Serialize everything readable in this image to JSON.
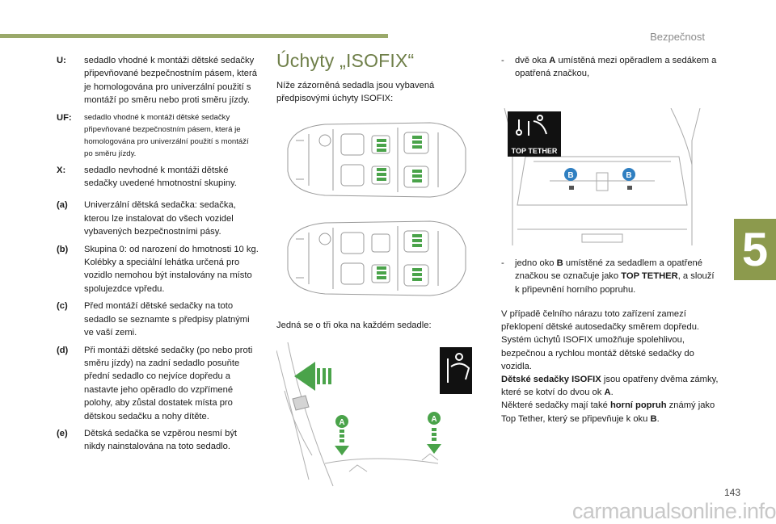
{
  "header": {
    "section": "Bezpečnost",
    "chapter": "5",
    "page": "143"
  },
  "watermark": "carmanualsonline.info",
  "definitions": [
    {
      "key": "U:",
      "text": "sedadlo vhodné k montáži dětské sedačky připevňované bezpečnostním pásem, která je homologována pro univerzální použití s montáží po směru nebo proti směru jízdy."
    },
    {
      "key": "UF:",
      "text": "sedadlo vhodné k montáži dětské sedačky připevňované bezpečnostním pásem, která je homologována pro univerzální použití s montáží po směru jízdy."
    },
    {
      "key": "X:",
      "text": "sedadlo nevhodné k montáži dětské sedačky uvedené hmotnostní skupiny."
    }
  ],
  "notes": [
    {
      "key": "(a)",
      "text": "Univerzální dětská sedačka: sedačka, kterou lze instalovat do všech vozidel vybavených bezpečnostními pásy."
    },
    {
      "key": "(b)",
      "text": "Skupina 0: od narození do hmotnosti 10 kg. Kolébky a speciální lehátka určená pro vozidlo nemohou být instalovány na místo spolujezdce vpředu."
    },
    {
      "key": "(c)",
      "text": "Před montáží dětské sedačky na toto sedadlo se seznamte s předpisy platnými ve vaší zemi."
    },
    {
      "key": "(d)",
      "text": "Při montáži dětské sedačky (po nebo proti směru jízdy) na zadní sedadlo posuňte přední sedadlo co nejvíce dopředu a nastavte jeho opěradlo do vzpřímené polohy, aby zůstal dostatek místa pro dětskou sedačku a nohy dítěte."
    },
    {
      "key": "(e)",
      "text": "Dětská sedačka se vzpěrou nesmí být nikdy nainstalována na toto sedadlo."
    }
  ],
  "isofix": {
    "title": "Úchyty „ISOFIX“",
    "intro": "Níže zázorněná sedadla jsou vybavená předpisovými úchyty ISOFIX:",
    "three_rings": "Jedná se o tři oka na každém sedadle:"
  },
  "right": {
    "bullet1_dash": "-",
    "bullet1_pre": "dvě oka ",
    "bullet1_bold": "A",
    "bullet1_post": " umístěná mezi opěradlem a sedákem a opatřená značkou,",
    "bullet2_dash": "-",
    "bullet2_pre": "jedno oko ",
    "bullet2_bold1": "B",
    "bullet2_mid": " umístěné za sedadlem a opatřené značkou se označuje jako ",
    "bullet2_bold2": "TOP TETHER",
    "bullet2_post": ", a slouží k připevnění horního popruhu.",
    "para1": "V případě čelního nárazu toto zařízení zamezí překlopení dětské autosedačky směrem dopředu.",
    "para2": "Systém úchytů ISOFIX umožňuje spolehlivou, bezpečnou a rychlou montáž dětské sedačky do vozidla.",
    "para3_bold": "Dětské sedačky ISOFIX",
    "para3_post": " jsou opatřeny dvěma zámky, které se kotví do dvou ok ",
    "para3_bold2": "A",
    "para3_end": ".",
    "para4_pre": "Některé sedačky mají také ",
    "para4_bold": "horní popruh",
    "para4_post": " známý jako Top Tether, který se připevňuje k oku ",
    "para4_bold2": "B",
    "para4_end": "."
  },
  "figure_labels": {
    "top_tether": "TOP TETHER",
    "ring_a": "A",
    "ring_b": "B"
  },
  "colors": {
    "accent_green": "#8c9a4d",
    "title_green": "#6f7f49",
    "marker_green": "#4aa34a",
    "marker_blue": "#2f7fc1"
  }
}
